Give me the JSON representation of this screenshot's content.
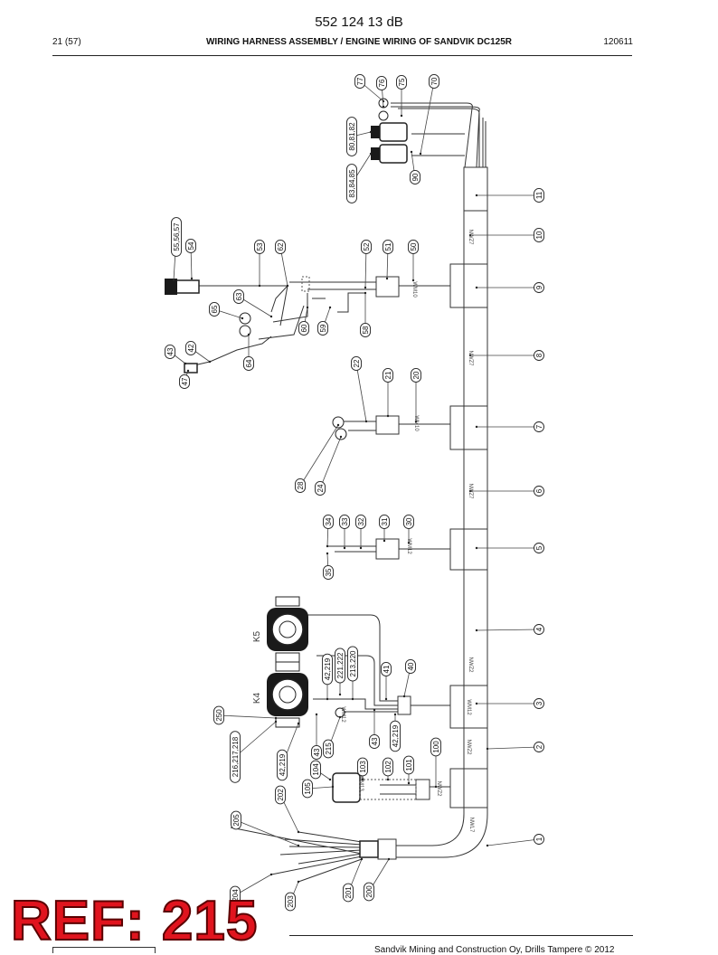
{
  "header": {
    "doc_code": "552 124 13 dB",
    "page": "21 (57)",
    "title": "WIRING HARNESS ASSEMBLY / ENGINE WIRING OF SANDVIK DC125R",
    "date": "120611"
  },
  "diagram": {
    "right_callouts": [
      "1",
      "2",
      "3",
      "4",
      "5",
      "6",
      "7",
      "8",
      "9",
      "10",
      "11"
    ],
    "top_callouts": [
      "77",
      "76",
      "75",
      "70",
      "80,81,82",
      "83,84,85",
      "90"
    ],
    "b1_callouts": [
      "55,56,57",
      "54",
      "53",
      "62",
      "52",
      "51",
      "50",
      "63",
      "65",
      "60",
      "59",
      "58",
      "43",
      "42",
      "47",
      "64"
    ],
    "b2_callouts": [
      "22",
      "21",
      "20",
      "28",
      "24"
    ],
    "b3_callouts": [
      "34",
      "33",
      "32",
      "31",
      "30",
      "35"
    ],
    "k_callouts": [
      "42,219",
      "221,222",
      "213,220",
      "41",
      "40",
      "250",
      "216,217,218",
      "42,219",
      "43",
      "215",
      "43",
      "42,219",
      "100",
      "104",
      "103",
      "102",
      "101",
      "105",
      "202",
      "205",
      "201",
      "200",
      "203",
      "204"
    ],
    "relay_labels": [
      "K5",
      "K4"
    ],
    "branch_codes": [
      "NWZ7",
      "NWZ7",
      "NWZ7",
      "NWZ2",
      "NWZ2",
      "NWZ2",
      "NWL7",
      "WM10",
      "WM10",
      "WM12",
      "WM12",
      "WM12",
      "WM13"
    ]
  },
  "footer": {
    "text": "Sandvik Mining and Construction Oy, Drills Tampere © 2012"
  },
  "overlay": {
    "ref": "REF: 215"
  }
}
